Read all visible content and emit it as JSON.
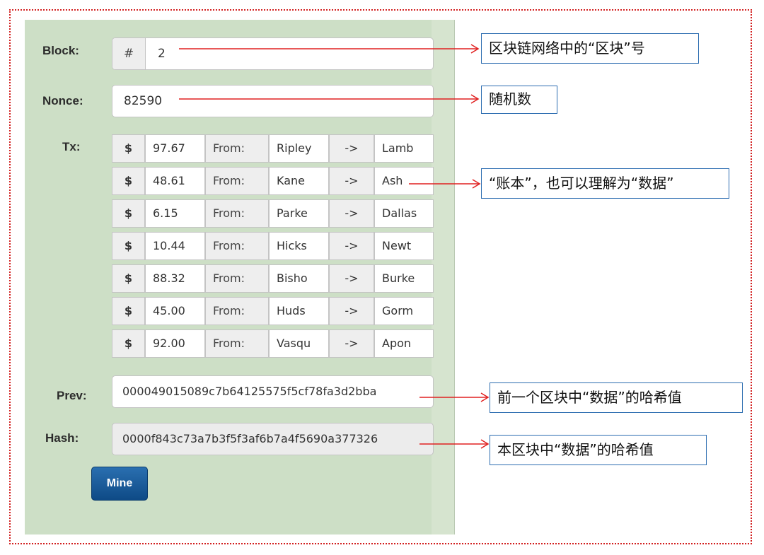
{
  "form": {
    "block_label": "Block:",
    "block_prefix": "#",
    "block_value": "2",
    "nonce_label": "Nonce:",
    "nonce_value": "82590",
    "tx_label": "Tx:",
    "prev_label": "Prev:",
    "prev_value": "000049015089c7b64125575f5cf78fa3d2bba",
    "hash_label": "Hash:",
    "hash_value": "0000f843c73a7b3f5f3af6b7a4f5690a377326",
    "mine_label": "Mine"
  },
  "transactions": [
    {
      "currency": "$",
      "amount": "97.67",
      "from_label": "From:",
      "from": "Ripley",
      "arrow": "->",
      "to": "Lamb"
    },
    {
      "currency": "$",
      "amount": "48.61",
      "from_label": "From:",
      "from": "Kane",
      "arrow": "->",
      "to": "Ash"
    },
    {
      "currency": "$",
      "amount": "6.15",
      "from_label": "From:",
      "from": "Parke",
      "arrow": "->",
      "to": "Dallas"
    },
    {
      "currency": "$",
      "amount": "10.44",
      "from_label": "From:",
      "from": "Hicks",
      "arrow": "->",
      "to": "Newt"
    },
    {
      "currency": "$",
      "amount": "88.32",
      "from_label": "From:",
      "from": "Bisho",
      "arrow": "->",
      "to": "Burke"
    },
    {
      "currency": "$",
      "amount": "45.00",
      "from_label": "From:",
      "from": "Huds",
      "arrow": "->",
      "to": "Gorm"
    },
    {
      "currency": "$",
      "amount": "92.00",
      "from_label": "From:",
      "from": "Vasqu",
      "arrow": "->",
      "to": "Apon"
    }
  ],
  "annotations": {
    "block_note": "区块链网络中的“区块”号",
    "nonce_note": "随机数",
    "tx_note": "“账本”，也可以理解为“数据”",
    "prev_note": "前一个区块中“数据”的哈希值",
    "hash_note": "本区块中“数据”的哈希值",
    "arrow_color": "#e02020",
    "box_border_color": "#2b6cb0"
  }
}
